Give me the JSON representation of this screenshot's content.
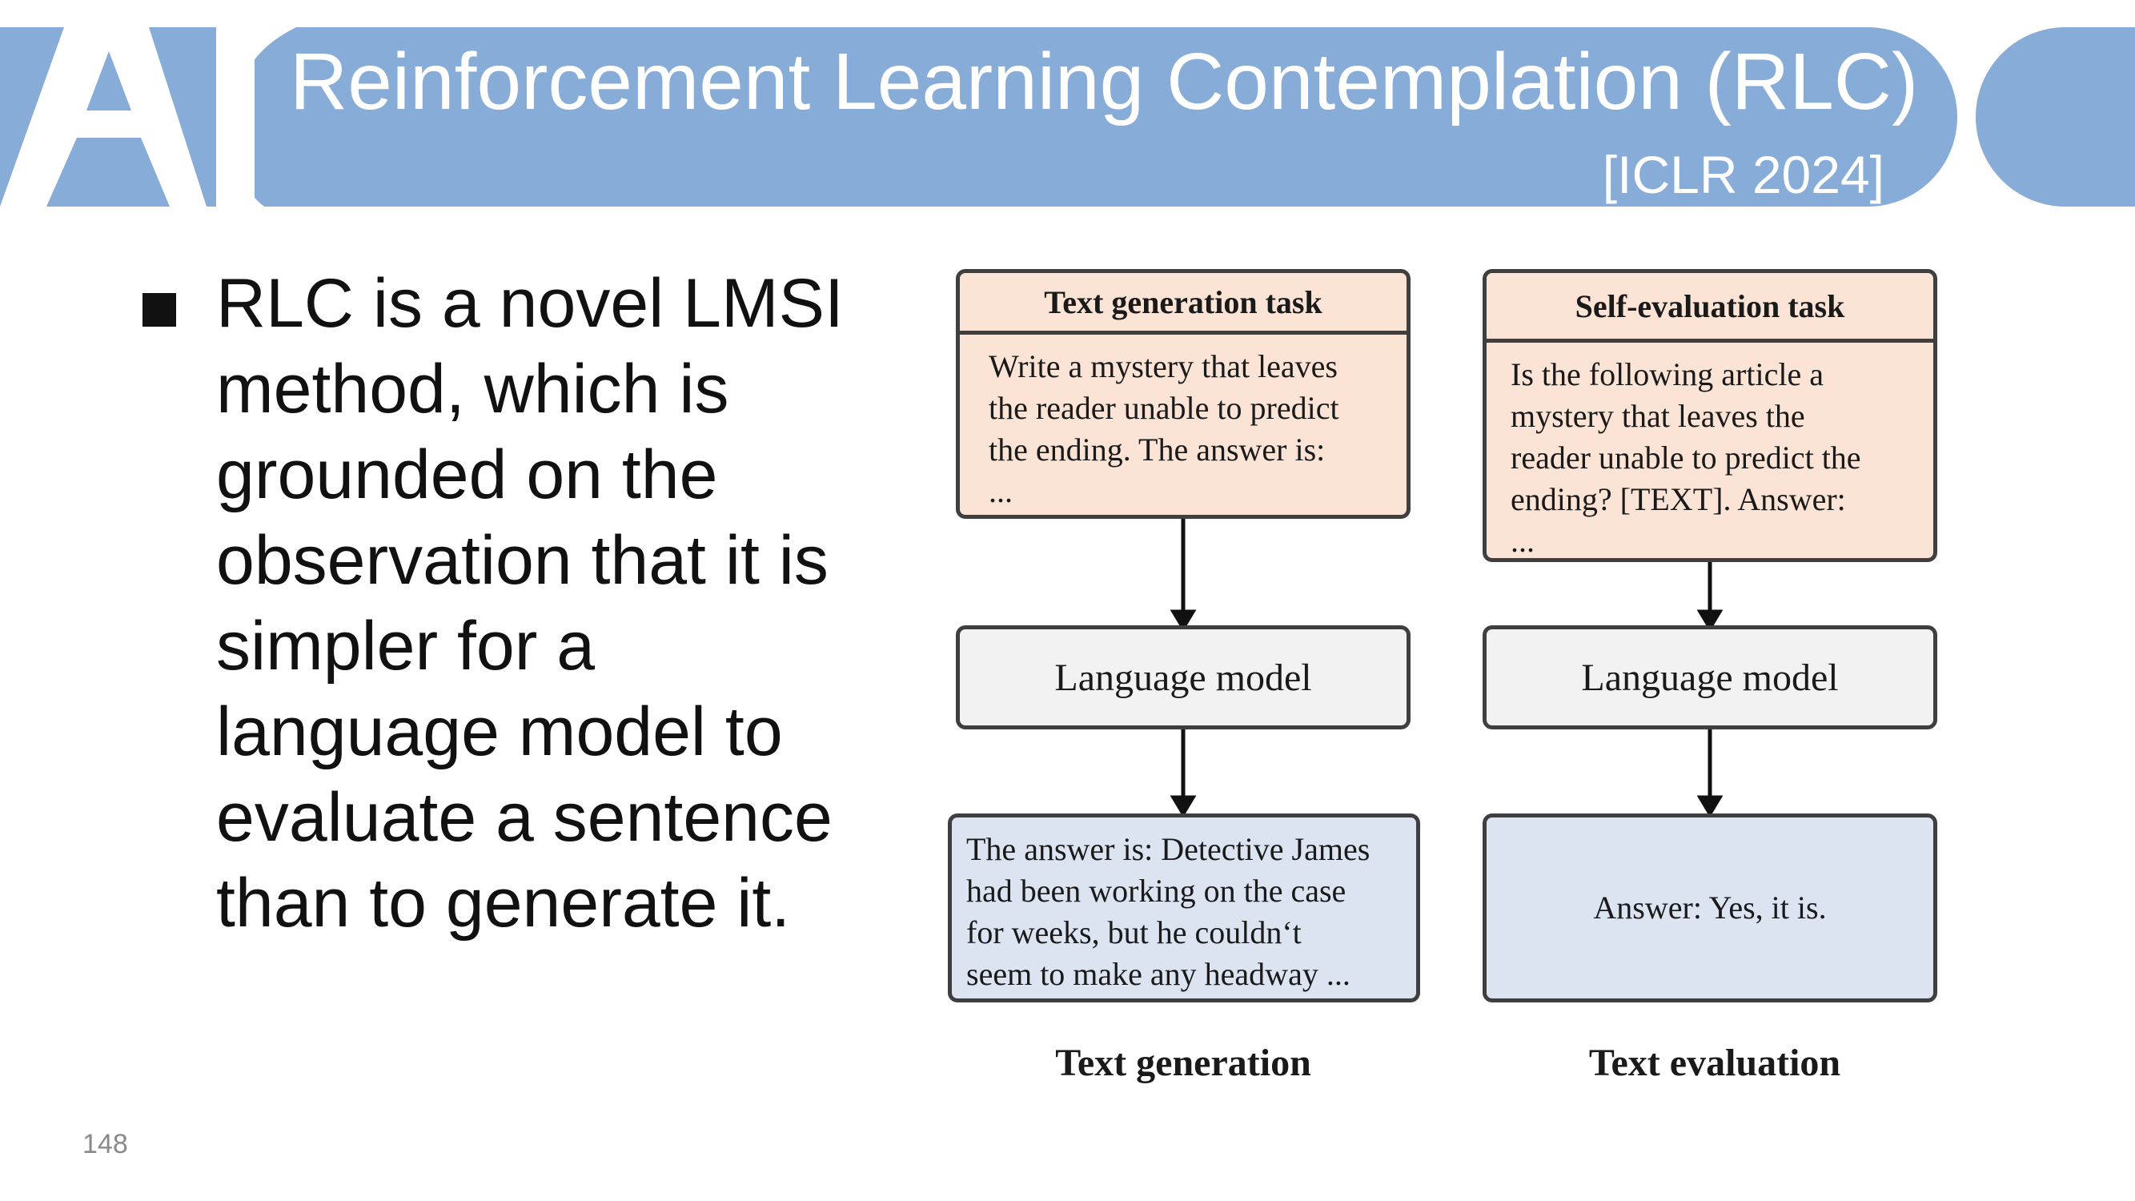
{
  "header": {
    "logo_text": "AI",
    "title": "Reinforcement Learning Contemplation (RLC)",
    "venue": "[ICLR 2024]"
  },
  "content": {
    "bullet": "RLC is a novel LMSI method, which is grounded on the observation that it is simpler for a language model to evaluate a sentence than to generate it."
  },
  "diagram": {
    "left": {
      "task_title": "Text generation task",
      "task_lines": [
        "Write a mystery that leaves",
        "the reader unable to predict",
        "the ending. The answer is:",
        "..."
      ],
      "model_label": "Language model",
      "output_lines": [
        "The answer is: Detective James",
        "had been working on the case",
        "for weeks, but he couldn‘t",
        "seem to make any headway ..."
      ],
      "caption": "Text generation"
    },
    "right": {
      "task_title": "Self-evaluation task",
      "task_lines": [
        "Is the following article a",
        "mystery that leaves the",
        "reader unable to predict the",
        "ending? [TEXT]. Answer:",
        "..."
      ],
      "model_label": "Language model",
      "output_text": "Answer: Yes, it is.",
      "caption": "Text evaluation"
    }
  },
  "footer": {
    "page_number": "148"
  },
  "colors": {
    "header_blue": "#88acd8",
    "task_fill": "#fbe3d5",
    "model_fill": "#f2f2f2",
    "output_fill": "#dce4f2"
  }
}
